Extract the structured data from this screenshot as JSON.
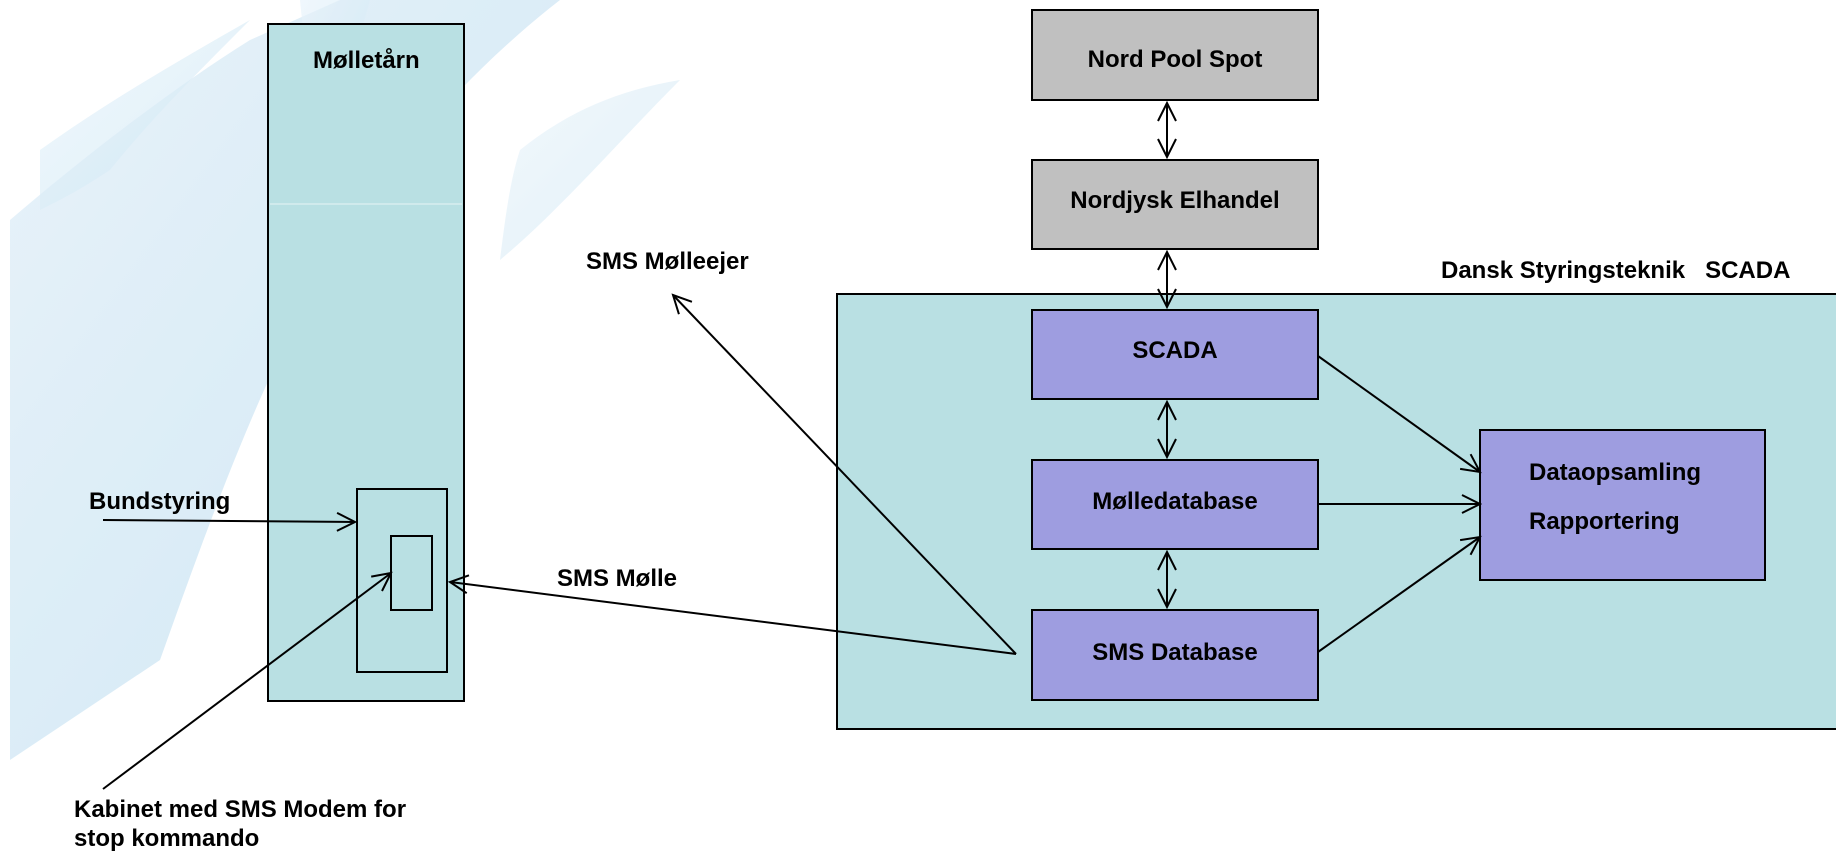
{
  "diagram": {
    "tower": {
      "label": "Mølletårn"
    },
    "external_systems": [
      {
        "id": "nord-pool",
        "label": "Nord Pool Spot"
      },
      {
        "id": "nordjysk",
        "label": "Nordjysk Elhandel"
      }
    ],
    "scada_region": {
      "label": "Dansk Styringsteknik   SCADA"
    },
    "nodes": [
      {
        "id": "scada",
        "label": "SCADA"
      },
      {
        "id": "molledatabase",
        "label": "Mølledatabase"
      },
      {
        "id": "sms-database",
        "label": "SMS Database"
      }
    ],
    "output_box": {
      "line1": "Dataopsamling",
      "line2": "Rapportering"
    },
    "annotations": {
      "sms_molleejer": "SMS Mølleejer",
      "sms_molle": "SMS Mølle",
      "bundstyring": "Bundstyring",
      "kabinet_line1": "Kabinet med SMS Modem for",
      "kabinet_line2": "stop kommando"
    },
    "colors": {
      "tower_fill": "#b9e0e3",
      "region_fill": "#b9e0e3",
      "external_fill": "#c0c0c0",
      "node_fill": "#9e9de0",
      "stroke": "#000000",
      "swoosh": "#d9ecf6"
    }
  }
}
